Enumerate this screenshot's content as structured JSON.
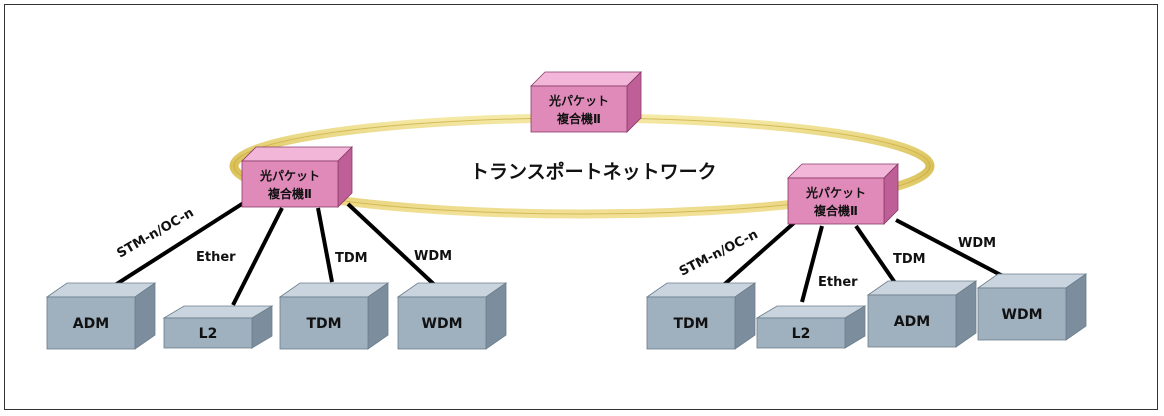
{
  "ring_label": "トランスポートネットワーク",
  "node_label_line1": "光パケット",
  "node_label_line2": "複合機Ⅱ",
  "left_links": [
    "STM-n/OC-n",
    "Ether",
    "TDM",
    "WDM"
  ],
  "left_devices": [
    "ADM",
    "L2",
    "TDM",
    "WDM"
  ],
  "right_links": [
    "STM-n/OC-n",
    "Ether",
    "TDM",
    "WDM"
  ],
  "right_devices": [
    "TDM",
    "L2",
    "ADM",
    "WDM"
  ],
  "colors": {
    "ring": "#e8d57a",
    "node_front": "#e08aba",
    "node_top": "#f2b7d8",
    "node_side": "#bf5f98",
    "device_front": "#9fb0bf",
    "device_top": "#c9d4de",
    "device_side": "#7c8e9d"
  }
}
